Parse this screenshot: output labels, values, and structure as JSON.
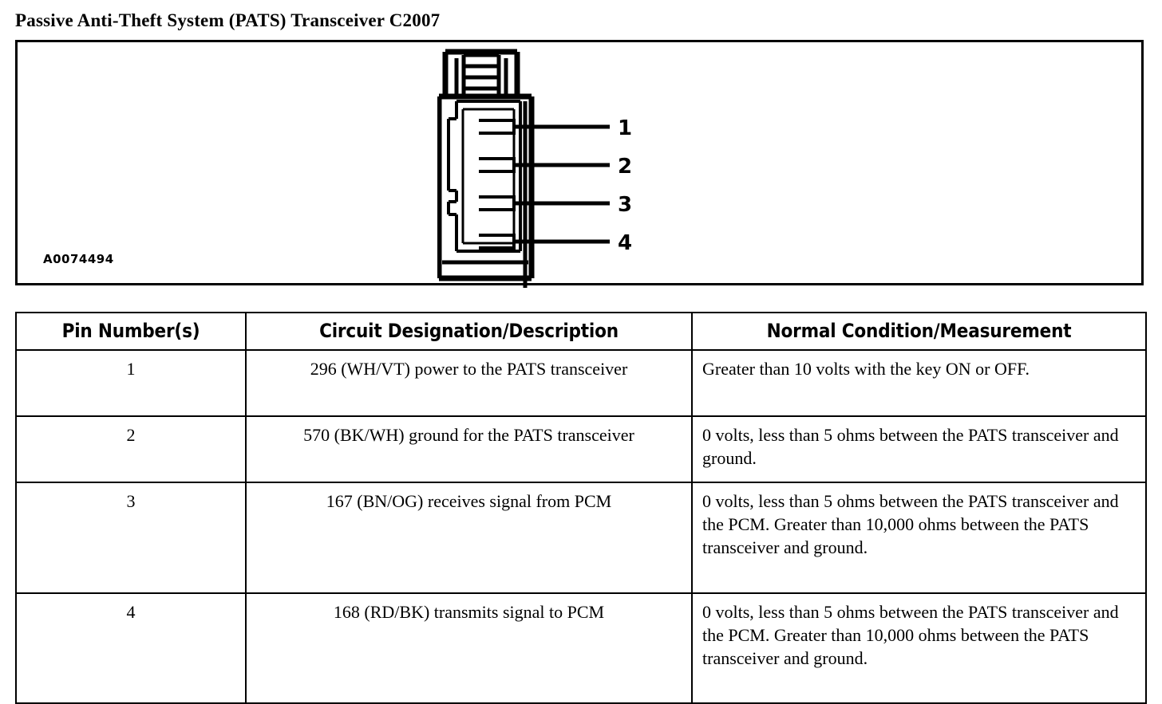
{
  "page_title": "Passive Anti-Theft System (PATS) Transceiver C2007",
  "figure": {
    "id_label": "A0074494",
    "connector_name": "pats-transceiver-connector",
    "pin_callouts": [
      "1",
      "2",
      "3",
      "4"
    ]
  },
  "table": {
    "headers": [
      "Pin Number(s)",
      "Circuit Designation/Description",
      "Normal Condition/Measurement"
    ],
    "rows": [
      {
        "pin": "1",
        "description": "296 (WH/VT) power to the PATS transceiver",
        "measurement": "Greater than 10 volts with the key ON or OFF."
      },
      {
        "pin": "2",
        "description": "570 (BK/WH) ground for the PATS transceiver",
        "measurement": "0 volts, less than 5 ohms between the PATS transceiver and ground."
      },
      {
        "pin": "3",
        "description": "167 (BN/OG) receives signal from PCM",
        "measurement": "0 volts, less than 5 ohms between the PATS transceiver and the PCM. Greater than 10,000 ohms between the PATS transceiver and ground."
      },
      {
        "pin": "4",
        "description": "168 (RD/BK) transmits signal to PCM",
        "measurement": "0 volts, less than 5 ohms between the PATS transceiver and the PCM. Greater than 10,000 ohms between the PATS transceiver and ground."
      }
    ]
  },
  "colors": {
    "ink": "#000000",
    "paper": "#ffffff"
  }
}
